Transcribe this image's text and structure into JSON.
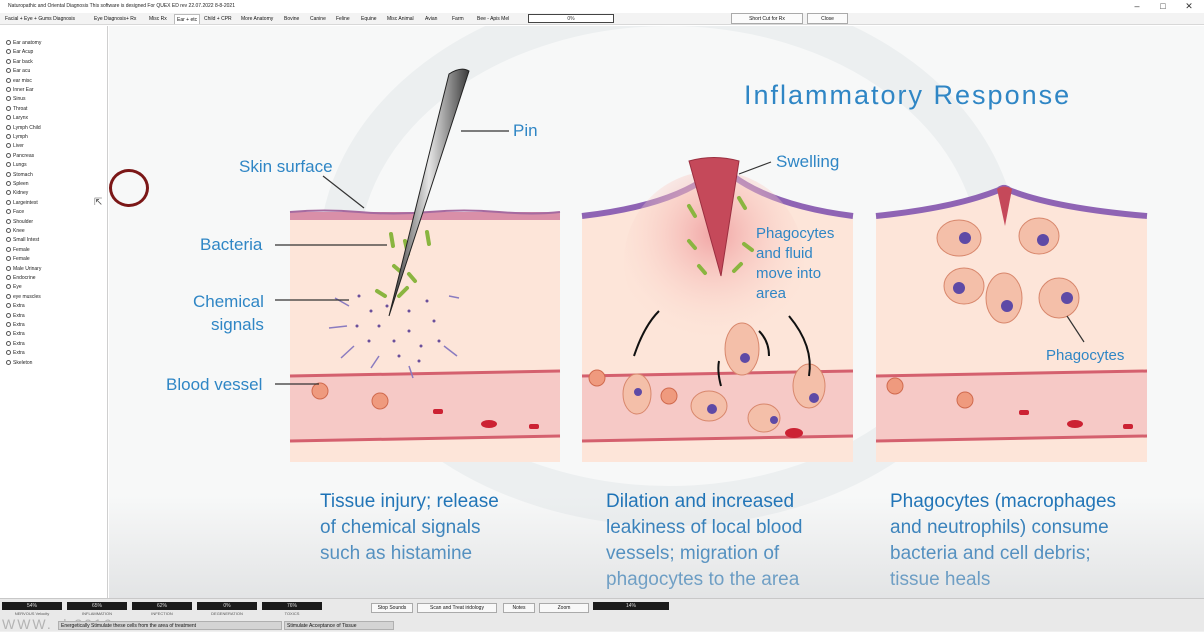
{
  "window": {
    "title": "Naturopathic and Oriental Diagnosis  This software is designed For QUEX ED rev 22.07.2022 8-8-2021",
    "controls": [
      "–",
      "□",
      "✕"
    ]
  },
  "tabs": [
    {
      "label": "Facial + Eye + Gums Diagnosis"
    },
    {
      "label": "Eye Diagnosis+ Rx"
    },
    {
      "label": "Misc Rx"
    },
    {
      "label": "Ear + etc"
    },
    {
      "label": "Child + CPR"
    },
    {
      "label": "More Anatomy"
    },
    {
      "label": "Bovine"
    },
    {
      "label": "Canine"
    },
    {
      "label": "Feline"
    },
    {
      "label": "Equine"
    },
    {
      "label": "Misc Animal"
    },
    {
      "label": "Avian"
    },
    {
      "label": "Farm"
    },
    {
      "label": "Bee - Apis Mel"
    }
  ],
  "toolbar": {
    "progress_text": "0%",
    "shortcut_label": "Short Cut for Rx",
    "close_label": "Close"
  },
  "sidebar": {
    "items": [
      "Ear anatomy",
      "Ear Acup",
      "Ear back",
      "Ear acu",
      "ear misc",
      "Inner Ear",
      "Sinus",
      "Throat",
      "Larynx",
      "Lymph Child",
      "Lymph",
      "Liver",
      "Pancreas",
      "Lungs",
      "Stomach",
      "Spleen",
      "Kidney",
      "Largeintest",
      "Face",
      "Shoulder",
      "Knee",
      "Small Intest",
      "Female",
      "Female",
      "Male Urinary",
      "Endocrine",
      "Eye",
      "eye muscles",
      "Extra",
      "Extra",
      "Extra",
      "Extra",
      "Extra",
      "Extra",
      "Skeleton"
    ]
  },
  "diagram": {
    "title": "Inflammatory Response",
    "labels": {
      "pin": "Pin",
      "skin_surface": "Skin surface",
      "bacteria": "Bacteria",
      "chemical_signals_1": "Chemical",
      "chemical_signals_2": "signals",
      "blood_vessel": "Blood vessel",
      "swelling": "Swelling",
      "phago_fluid_1": "Phagocytes",
      "phago_fluid_2": "and fluid",
      "phago_fluid_3": "move into",
      "phago_fluid_4": "area",
      "phagocytes": "Phagocytes"
    },
    "captions": [
      [
        "Tissue injury; release",
        "of chemical signals",
        "such as histamine"
      ],
      [
        "Dilation and increased",
        "leakiness of local blood",
        "vessels; migration of",
        "phagocytes to the area"
      ],
      [
        "Phagocytes (macrophages",
        "and neutrophils) consume",
        "bacteria and cell debris;",
        "tissue heals"
      ]
    ]
  },
  "statusbar": {
    "gauges": [
      {
        "value": "54%",
        "label": "NERVOUS Velocity"
      },
      {
        "value": "65%",
        "label": "INFLAMMATION"
      },
      {
        "value": "62%",
        "label": "INFECTION"
      },
      {
        "value": "0%",
        "label": "DEGENERATION"
      },
      {
        "value": "76%",
        "label": "TOXICS"
      }
    ],
    "stop_sounds_label": "Stop Sounds",
    "scan_label": "Scan and Treat iridology",
    "notes_label": "Notes",
    "zoom_label": "Zoom",
    "right_gauge": "14%",
    "message_1": "Energetically Stimulate these cells from the area of treatment",
    "message_2": "Stimulate Acceptance of Tissue",
    "watermark": "WWW.  d      2016   "
  }
}
